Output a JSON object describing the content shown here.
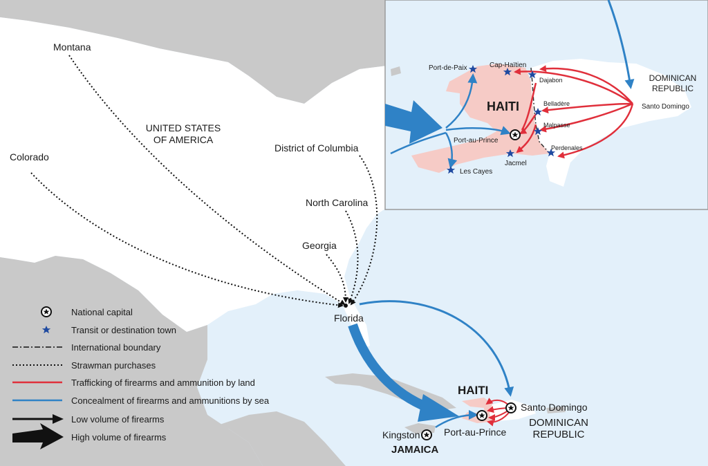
{
  "colors": {
    "sea": "#e3f0fa",
    "land": "#ffffff",
    "foreign_land": "#c9c9c9",
    "haiti": "#f6cbc6",
    "dominican": "#ffffff",
    "land_route": "#e02f3b",
    "sea_route": "#2f82c6",
    "strawman": "#111111",
    "star": "#1f4aa0"
  },
  "mainland": {
    "country_label_line1": "UNITED STATES",
    "country_label_line2": "OF AMERICA",
    "origins": [
      "Montana",
      "Colorado",
      "District of Columbia",
      "North Carolina",
      "Georgia"
    ],
    "hub": "Florida",
    "haiti": "HAITI",
    "capital_haiti": "Port-au-Prince",
    "capital_dr": "Santo Domingo",
    "country_dr_line1": "DOMINICAN",
    "country_dr_line2": "REPUBLIC",
    "capital_jamaica": "Kingston",
    "country_jamaica": "JAMAICA"
  },
  "inset": {
    "haiti": "HAITI",
    "country_dr_line1": "DOMINICAN",
    "country_dr_line2": "REPUBLIC",
    "capital_dr": "Santo Domingo",
    "capital_haiti": "Port-au-Prince",
    "towns": [
      "Port-de-Paix",
      "Cap-Haïtien",
      "Dajabon",
      "Belladère",
      "Malpasse",
      "Perdenales",
      "Jacmel",
      "Les Cayes"
    ]
  },
  "legend": [
    {
      "icon": "capital-icon",
      "label": "National capital"
    },
    {
      "icon": "star-icon",
      "label": "Transit or destination town"
    },
    {
      "icon": "boundary-line-icon",
      "label": "International boundary"
    },
    {
      "icon": "dotted-line-icon",
      "label": "Strawman purchases"
    },
    {
      "icon": "red-line-icon",
      "label": "Trafficking of firearms and ammunition by land"
    },
    {
      "icon": "blue-line-icon",
      "label": "Concealment of firearms and ammunitions by sea"
    },
    {
      "icon": "thin-arrow-icon",
      "label": "Low volume of firearms"
    },
    {
      "icon": "thick-arrow-icon",
      "label": "High volume of firearms"
    }
  ]
}
